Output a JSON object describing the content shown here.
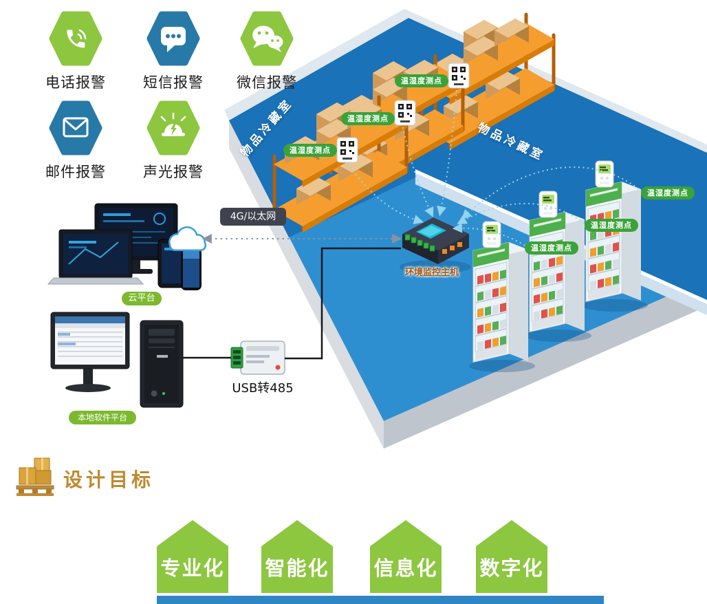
{
  "colors": {
    "alarm_green": "#8dc63f",
    "alarm_blue": "#2779a7",
    "floor_blue": "#2e8fd0",
    "floor_dark_blue": "#1a72b8",
    "rack_orange": "#f59e2f",
    "sensor_pill_green": "#3aa23a",
    "platform_pill_green": "#7cb92e",
    "goal_green": "#8dc63f",
    "goal_title_gold": "#bd8a2e",
    "bottom_bar_blue": "#2f86c4"
  },
  "alarms": {
    "items": [
      {
        "label": "电话报警",
        "icon": "phone-alarm-icon"
      },
      {
        "label": "短信报警",
        "icon": "sms-alarm-icon"
      },
      {
        "label": "微信报警",
        "icon": "wechat-alarm-icon"
      },
      {
        "label": "邮件报警",
        "icon": "mail-alarm-icon"
      },
      {
        "label": "声光报警",
        "icon": "sound-light-alarm-icon"
      }
    ]
  },
  "warehouse": {
    "room_label_left": "物品冷藏室",
    "room_label_right": "物品冷藏室",
    "sensor_point_label": "温湿度测点",
    "host_label": "环境监控主机"
  },
  "network": {
    "link_label": "4G/以太网",
    "cloud_platform_label": "云平台",
    "local_platform_label": "本地软件平台",
    "usb_converter_label": "USB转485"
  },
  "goals": {
    "title": "设计目标",
    "items": [
      {
        "label": "专业化"
      },
      {
        "label": "智能化"
      },
      {
        "label": "信息化"
      },
      {
        "label": "数字化"
      }
    ]
  }
}
